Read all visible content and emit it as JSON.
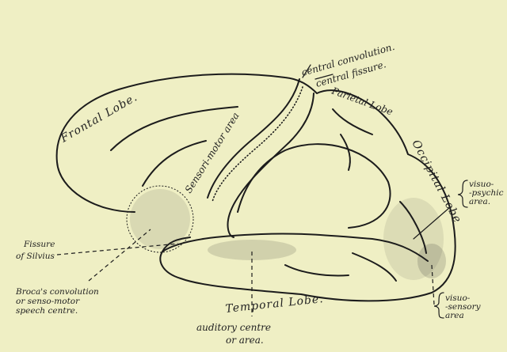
{
  "colors": {
    "paper": "#efefc4",
    "ink": "#1c1c1c"
  },
  "labels": {
    "central_convolution": "central convolution.",
    "central_fissure": "central fissure.",
    "frontal_lobe": "Frontal Lobe.",
    "parietal_lobe": "Parietal Lobe",
    "occipital_lobe": "Occipital Lobe",
    "sensori_motor_area": "Sensori-motor area",
    "visuo_psychic": [
      "visuo-",
      "-psychic",
      "area."
    ],
    "visuo_sensory": [
      "visuo-",
      "-sensory",
      "area"
    ],
    "fissure_of_silvius": [
      "Fissure",
      "of Silvius"
    ],
    "brocas": [
      "Broca's convolution",
      "or senso-motor",
      "speech centre."
    ],
    "temporal_lobe": "Temporal Lobe.",
    "auditory": [
      "auditory centre",
      "or area."
    ]
  }
}
